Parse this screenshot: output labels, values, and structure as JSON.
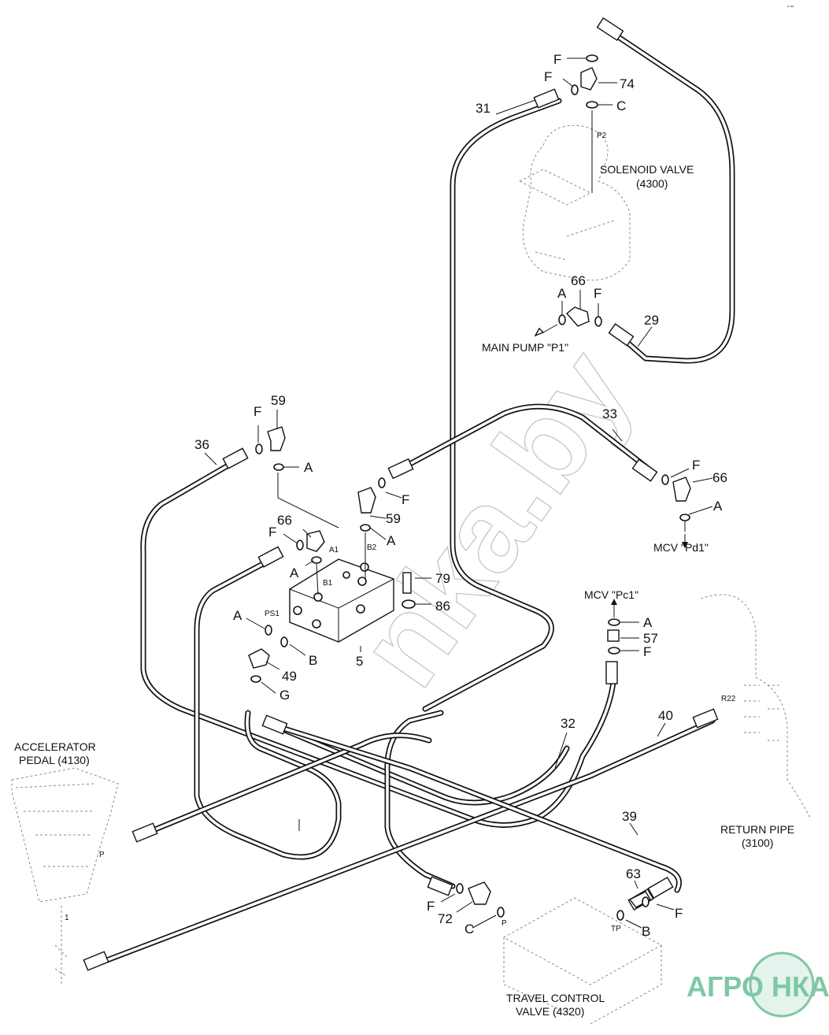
{
  "components": {
    "solenoid_valve": {
      "name": "SOLENOID VALVE",
      "code": "(4300)"
    },
    "accelerator_pedal": {
      "name": "ACCELERATOR",
      "name2": "PEDAL (4130)"
    },
    "return_pipe": {
      "name": "RETURN PIPE",
      "code": "(3100)"
    },
    "travel_control_valve": {
      "name": "TRAVEL CONTROL",
      "name2": "VALVE (4320)"
    },
    "main_pump": "MAIN PUMP \"P1\"",
    "mcv_pd1": "MCV \"Pd1\"",
    "mcv_pc1": "MCV \"Pc1\""
  },
  "part_numbers": {
    "p74": "74",
    "p31": "31",
    "p66a": "66",
    "p29": "29",
    "p59a": "59",
    "p36": "36",
    "p33": "33",
    "p66b": "66",
    "p59b": "59",
    "p66c": "66",
    "p79": "79",
    "p86": "86",
    "p5": "5",
    "p49": "49",
    "p57": "57",
    "p32": "32",
    "p40": "40",
    "p39": "39",
    "p63": "63",
    "p72": "72"
  },
  "seal_letters": {
    "f1": "F",
    "f2": "F",
    "c1": "C",
    "a1": "A",
    "f3": "F",
    "f4": "F",
    "a2": "A",
    "f5": "F",
    "f6": "F",
    "a3": "A",
    "a4": "A",
    "f7": "F",
    "a5": "A",
    "a6": "A",
    "b1": "B",
    "g1": "G",
    "a7": "A",
    "f8": "F",
    "f9": "F",
    "c2": "C",
    "b2": "B",
    "f10": "F"
  },
  "port_labels": {
    "p2": "P2",
    "a1": "A1",
    "b2": "B2",
    "b1": "B1",
    "ps1": "PS1",
    "p_pedal": "P",
    "r22": "R22",
    "p_travel": "P",
    "tp": "TP",
    "one": "1"
  },
  "watermark": "nka.by",
  "logo": "АГРО НКА",
  "logo_mark": "▪ ▪▪"
}
